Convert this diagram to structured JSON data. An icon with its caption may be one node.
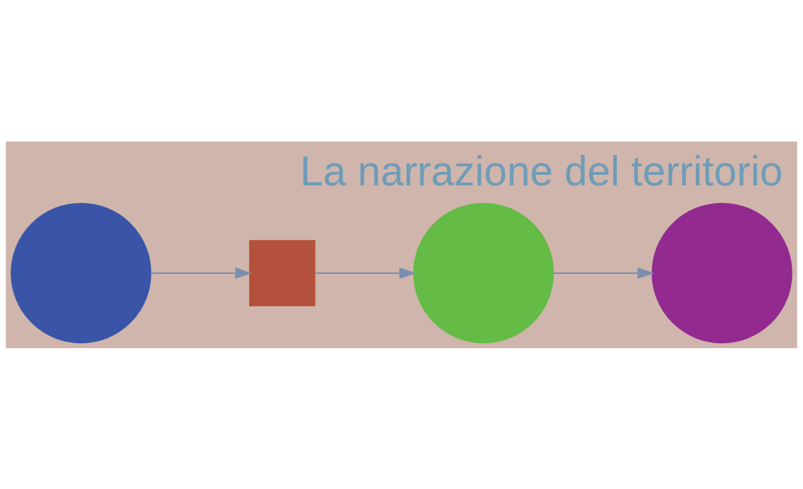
{
  "diagram": {
    "title": "La narrazione del territorio",
    "nodes": [
      {
        "text": [],
        "shape": "circle"
      },
      {
        "text": [],
        "shape": "box"
      },
      {
        "text": [],
        "shape": "circle"
      },
      {
        "text": [],
        "shape": "circle"
      }
    ],
    "edges": [
      {
        "from": 0,
        "to": 1,
        "arrow": "to"
      },
      {
        "from": 1,
        "to": 2,
        "arrow": "to"
      },
      {
        "from": 2,
        "to": 3,
        "arrow": "to"
      }
    ]
  }
}
